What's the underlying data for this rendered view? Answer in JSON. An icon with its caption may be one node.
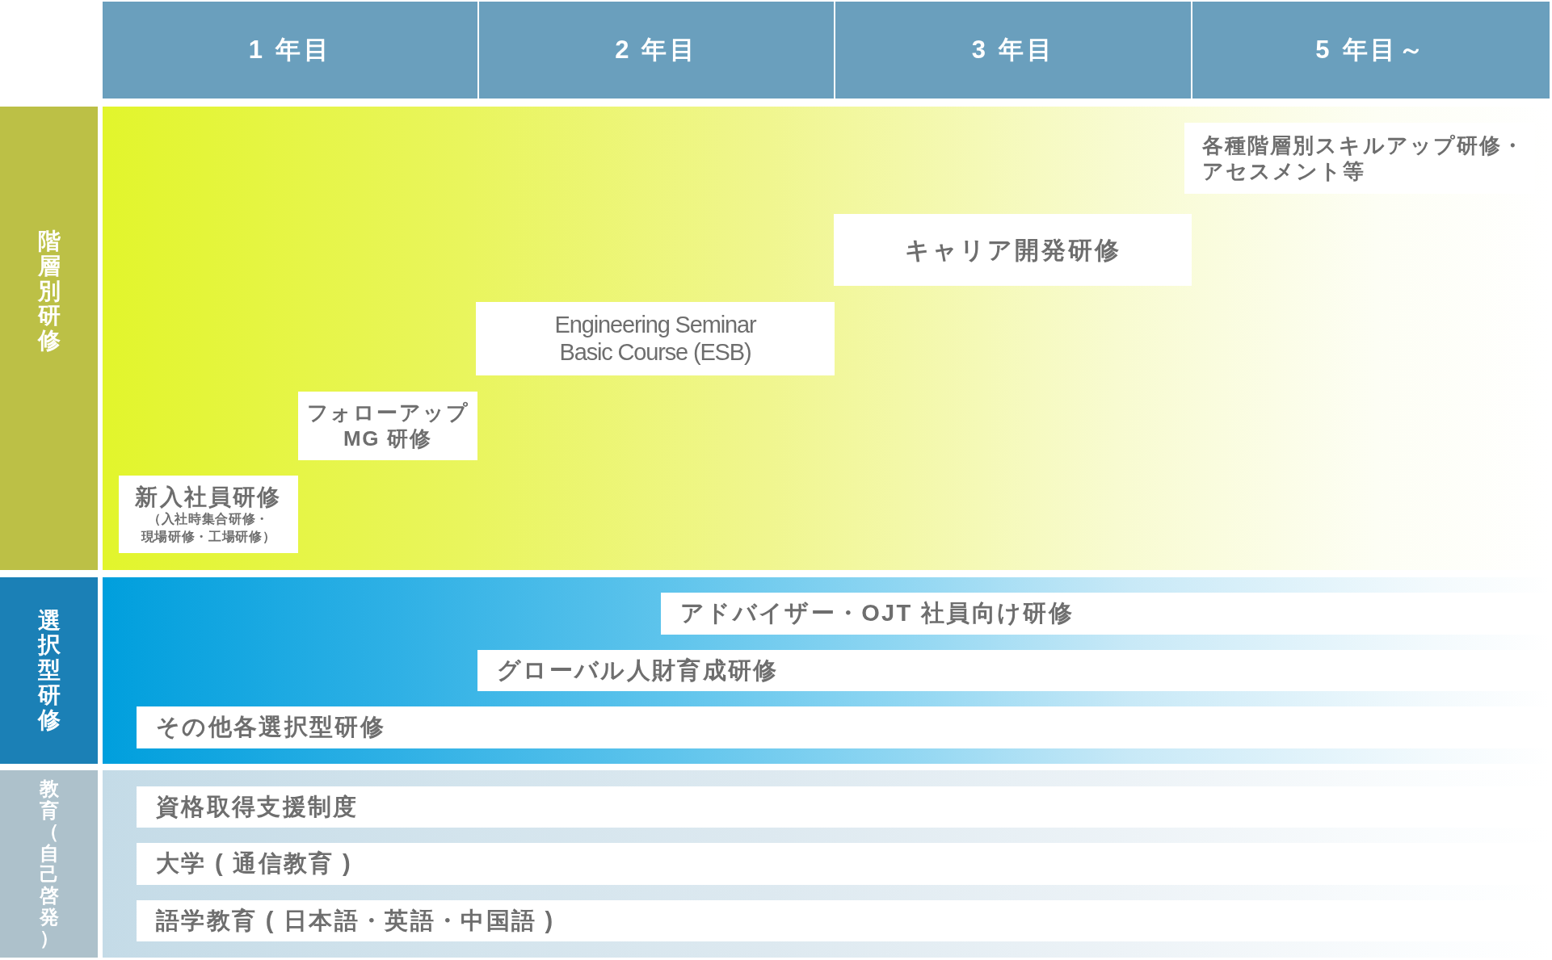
{
  "diagram": {
    "nodes": [
      {
        "text": [
          "1 年目"
        ]
      },
      {
        "text": [
          "2 年目"
        ]
      },
      {
        "text": [
          "3 年目"
        ]
      },
      {
        "text": [
          "5 年目～"
        ]
      },
      {
        "text": [
          "階層別研修"
        ]
      },
      {
        "text": [],
        "shape": "band"
      },
      {
        "text": [
          "各種階層別スキルアップ研修・アセスメント等"
        ],
        "in": 5
      },
      {
        "text": [
          "キャリア開発研修"
        ],
        "in": 5
      },
      {
        "text": [
          "Engineering Seminar Basic Course (ESB)"
        ],
        "in": 5
      },
      {
        "text": [
          "フォローアップMG 研修"
        ],
        "in": 5
      },
      {
        "text": [
          "新入社員研修",
          "（入社時集合研修・現場研修・工場研修）"
        ],
        "in": 5
      },
      {
        "text": [
          "選択型研修"
        ]
      },
      {
        "text": [],
        "shape": "band"
      },
      {
        "text": [
          "アドバイザー・OJT 社員向け研修"
        ],
        "in": 12
      },
      {
        "text": [
          "グローバル人財育成研修"
        ],
        "in": 12
      },
      {
        "text": [
          "その他各選択型研修"
        ],
        "in": 12
      },
      {
        "text": [
          "教育（自己啓発）"
        ]
      },
      {
        "text": [],
        "shape": "band"
      },
      {
        "text": [
          "資格取得支援制度"
        ],
        "in": 17
      },
      {
        "text": [
          "大学 ( 通信教育 )"
        ],
        "in": 17
      },
      {
        "text": [
          "語学教育 ( 日本語・英語・中国語 )"
        ],
        "in": 17
      }
    ]
  }
}
